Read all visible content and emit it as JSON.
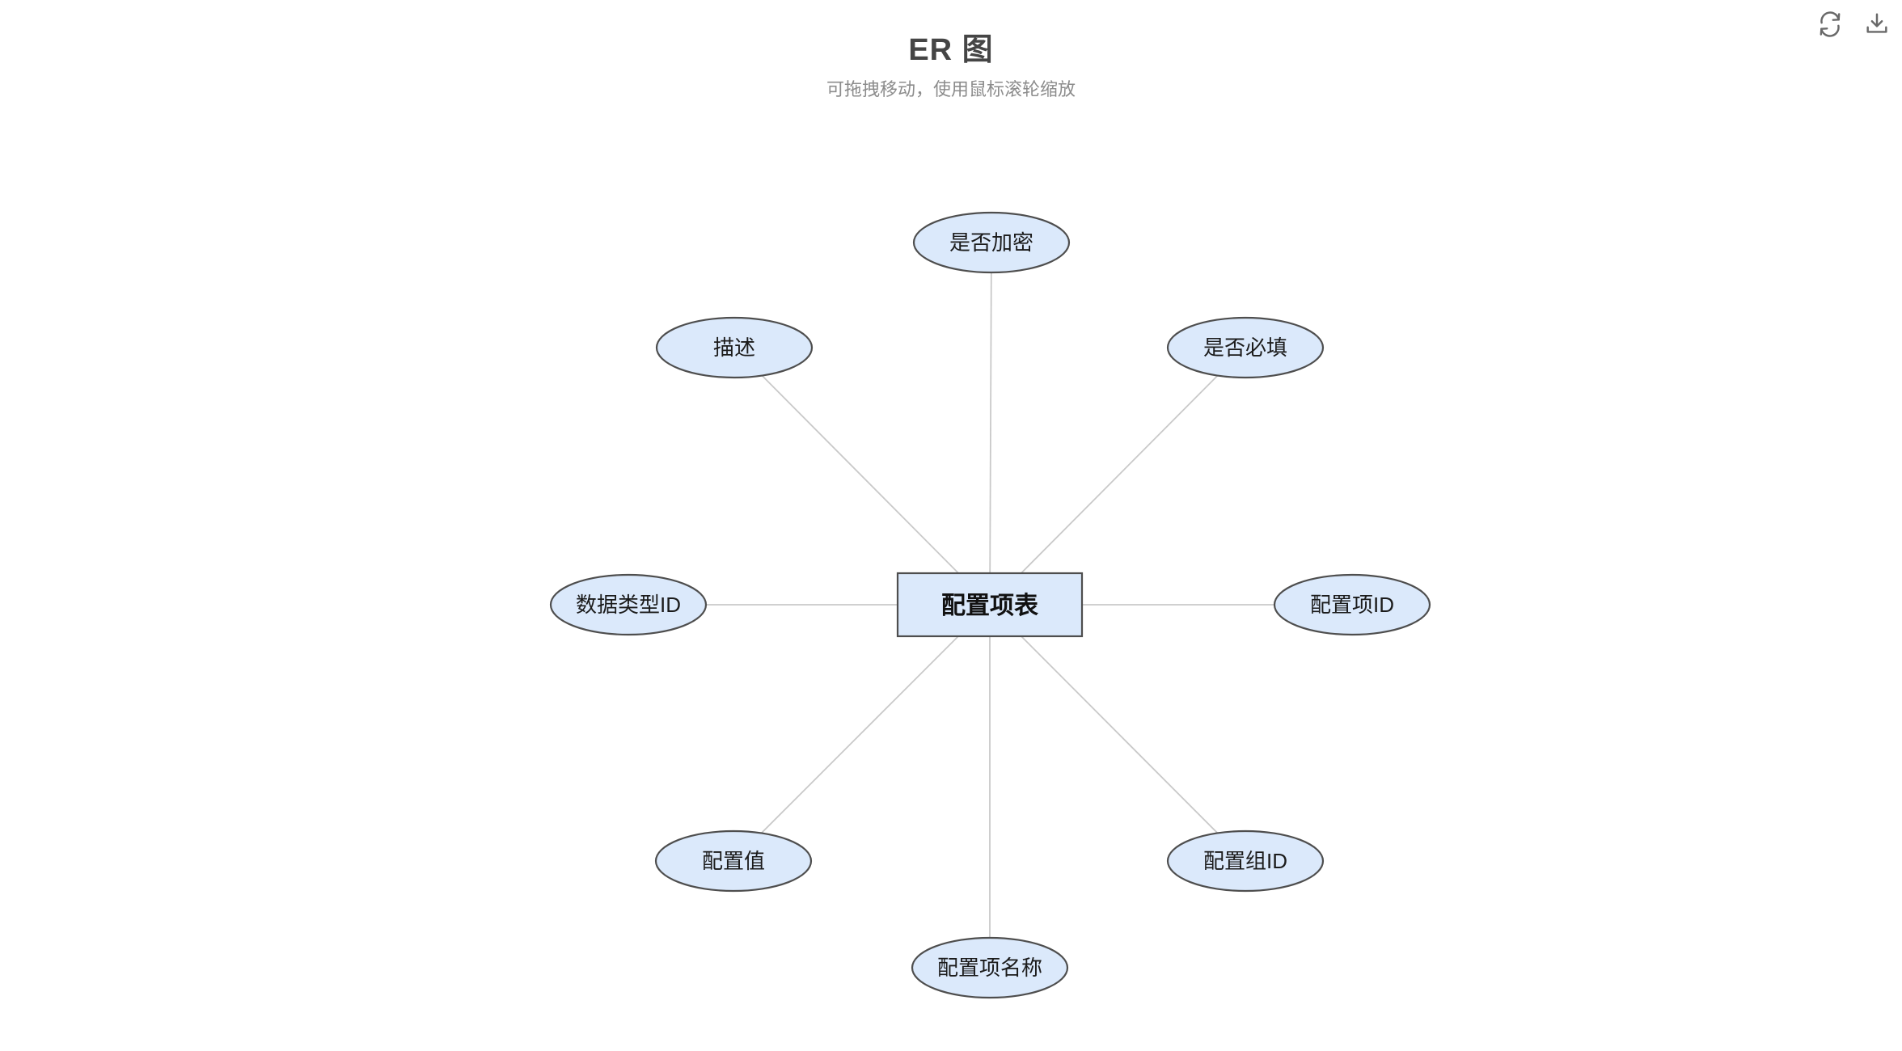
{
  "header": {
    "title": "ER 图",
    "subtitle": "可拖拽移动，使用鼠标滚轮缩放"
  },
  "toolbar": {
    "buttons": [
      {
        "icon": "refresh-icon",
        "action": "refresh"
      },
      {
        "icon": "download-icon",
        "action": "download"
      }
    ]
  },
  "diagram": {
    "type": "entity-relationship",
    "entity": {
      "label": "配置项表",
      "shape": "rectangle"
    },
    "attributes": [
      {
        "label": "是否加密",
        "position": "top",
        "shape": "ellipse"
      },
      {
        "label": "是否必填",
        "position": "top-right",
        "shape": "ellipse"
      },
      {
        "label": "配置项ID",
        "position": "right",
        "shape": "ellipse"
      },
      {
        "label": "配置组ID",
        "position": "bottom-right",
        "shape": "ellipse"
      },
      {
        "label": "配置项名称",
        "position": "bottom",
        "shape": "ellipse"
      },
      {
        "label": "配置值",
        "position": "bottom-left",
        "shape": "ellipse"
      },
      {
        "label": "数据类型ID",
        "position": "left",
        "shape": "ellipse"
      },
      {
        "label": "描述",
        "position": "top-left",
        "shape": "ellipse"
      }
    ],
    "colors": {
      "node_fill": "#dbe9fb",
      "node_stroke": "#4e4e4e",
      "connector": "#c9c9c9",
      "title_text": "#454545",
      "subtitle_text": "#8c8c8c",
      "icon": "#696969"
    }
  }
}
